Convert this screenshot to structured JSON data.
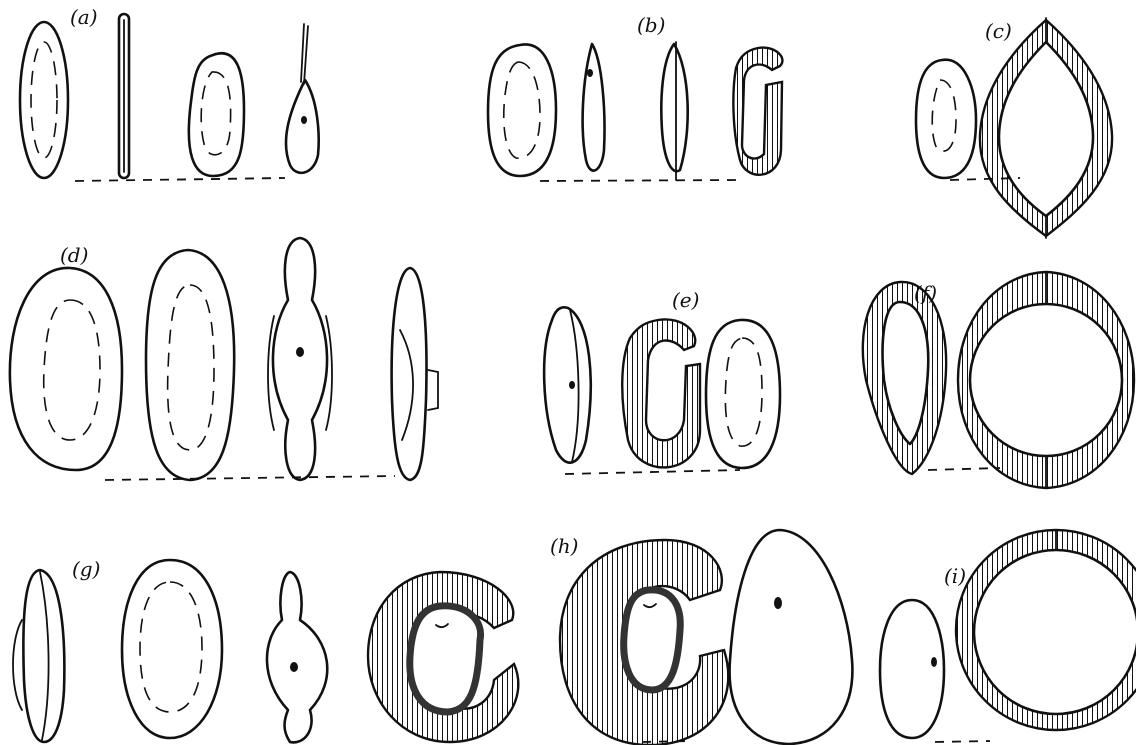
{
  "figure": {
    "labels": {
      "a": "(a)",
      "b": "(b)",
      "c": "(c)",
      "d": "(d)",
      "e": "(e)",
      "f": "(f)",
      "g": "(g)",
      "h": "(h)",
      "i": "(i)"
    },
    "colors": {
      "ink": "#111111",
      "background": "#ffffff"
    }
  }
}
